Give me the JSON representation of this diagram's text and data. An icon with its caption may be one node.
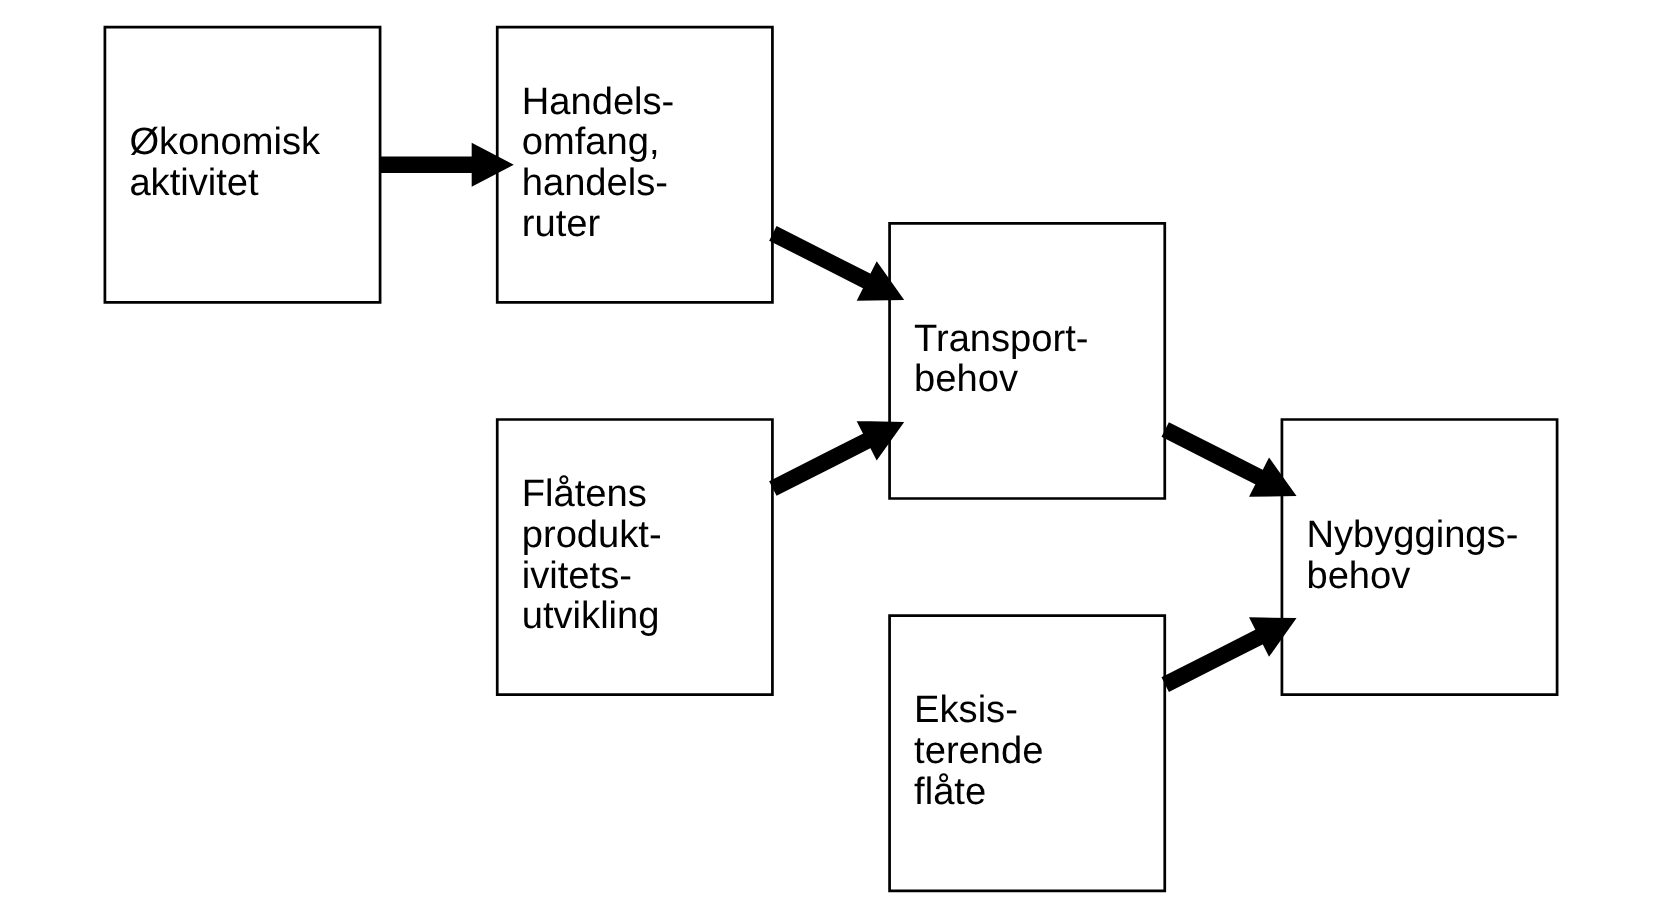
{
  "diagram": {
    "nodes": [
      {
        "text": [
          "Økonomisk aktivitet"
        ]
      },
      {
        "text": [
          "Handels- omfang, handels- ruter"
        ]
      },
      {
        "text": [
          "Transport- behov"
        ]
      },
      {
        "text": [
          "Nybyggings- behov"
        ]
      },
      {
        "text": [
          "Flåtens produkt- ivitets- utvikling"
        ]
      },
      {
        "text": [
          "Eksis- terende flåte"
        ]
      }
    ],
    "edges": [
      {
        "from": 0,
        "to": 1,
        "arrow": "to"
      },
      {
        "from": 1,
        "to": 2,
        "arrow": "to"
      },
      {
        "from": 2,
        "to": 3,
        "arrow": "to"
      },
      {
        "from": 4,
        "to": 2,
        "arrow": "to"
      },
      {
        "from": 5,
        "to": 3,
        "arrow": "to"
      }
    ]
  }
}
